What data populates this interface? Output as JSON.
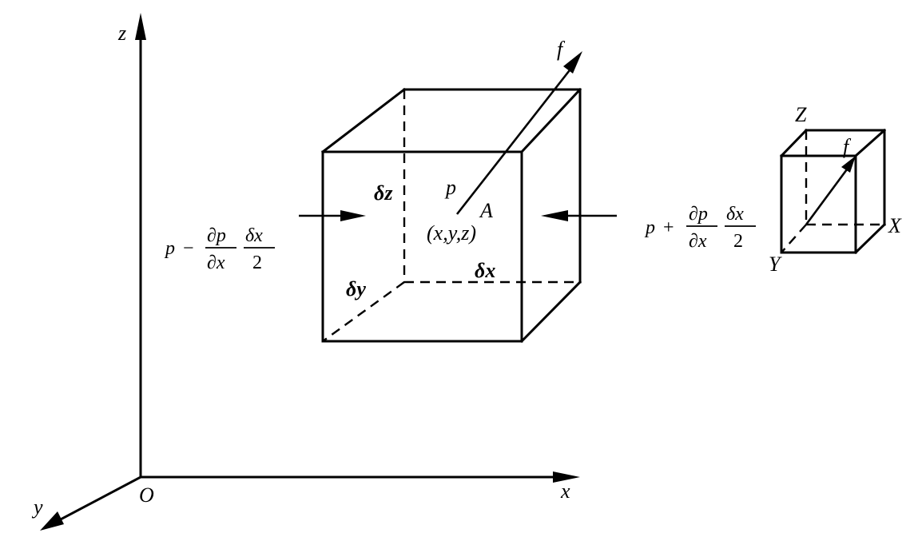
{
  "axes": {
    "z_label": "z",
    "x_label": "x",
    "y_label": "y",
    "origin_label": "O"
  },
  "cube": {
    "dz_label": "δz",
    "dy_label": "δy",
    "dx_label": "δx",
    "pressure_label": "p",
    "point_label": "A",
    "coords_label": "(x,y,z)",
    "force_label": "f"
  },
  "left_pressure": {
    "p": "p",
    "op": "−",
    "dp": "∂p",
    "dx": "∂x",
    "delta": "δx",
    "two": "2"
  },
  "right_pressure": {
    "p": "p",
    "op": "+",
    "dp": "∂p",
    "dx": "∂x",
    "delta": "δx",
    "two": "2"
  },
  "small_cube": {
    "z_label": "Z",
    "x_label": "X",
    "y_label": "Y",
    "force_label": "f"
  }
}
